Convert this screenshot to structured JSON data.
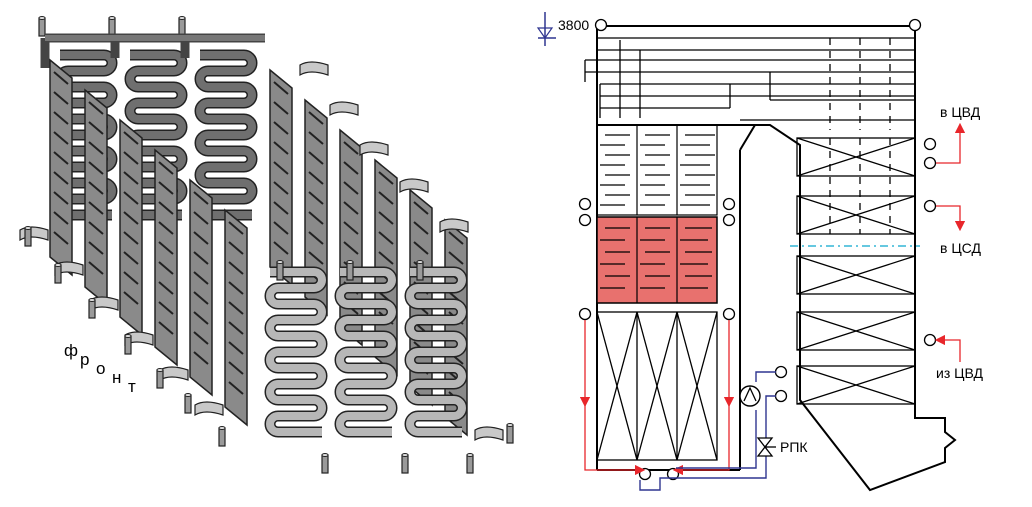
{
  "left_figure": {
    "front_label_letters": [
      "ф",
      "р",
      "о",
      "н",
      "т"
    ]
  },
  "right_figure": {
    "elevation_mark": "3800",
    "labels": {
      "to_hp_cylinder": "в ЦВД",
      "to_ip_cylinder": "в ЦСД",
      "from_hp_cylinder": "из ЦВД",
      "valve": "РПК"
    },
    "colors": {
      "flow_line": "#e8262b",
      "circulation_line": "#2f3590",
      "heated_section": "#e8716e",
      "separator_line": "#33b6d6",
      "tube_dark": "#6f6f6f",
      "tube_light": "#b7b7b7"
    }
  }
}
